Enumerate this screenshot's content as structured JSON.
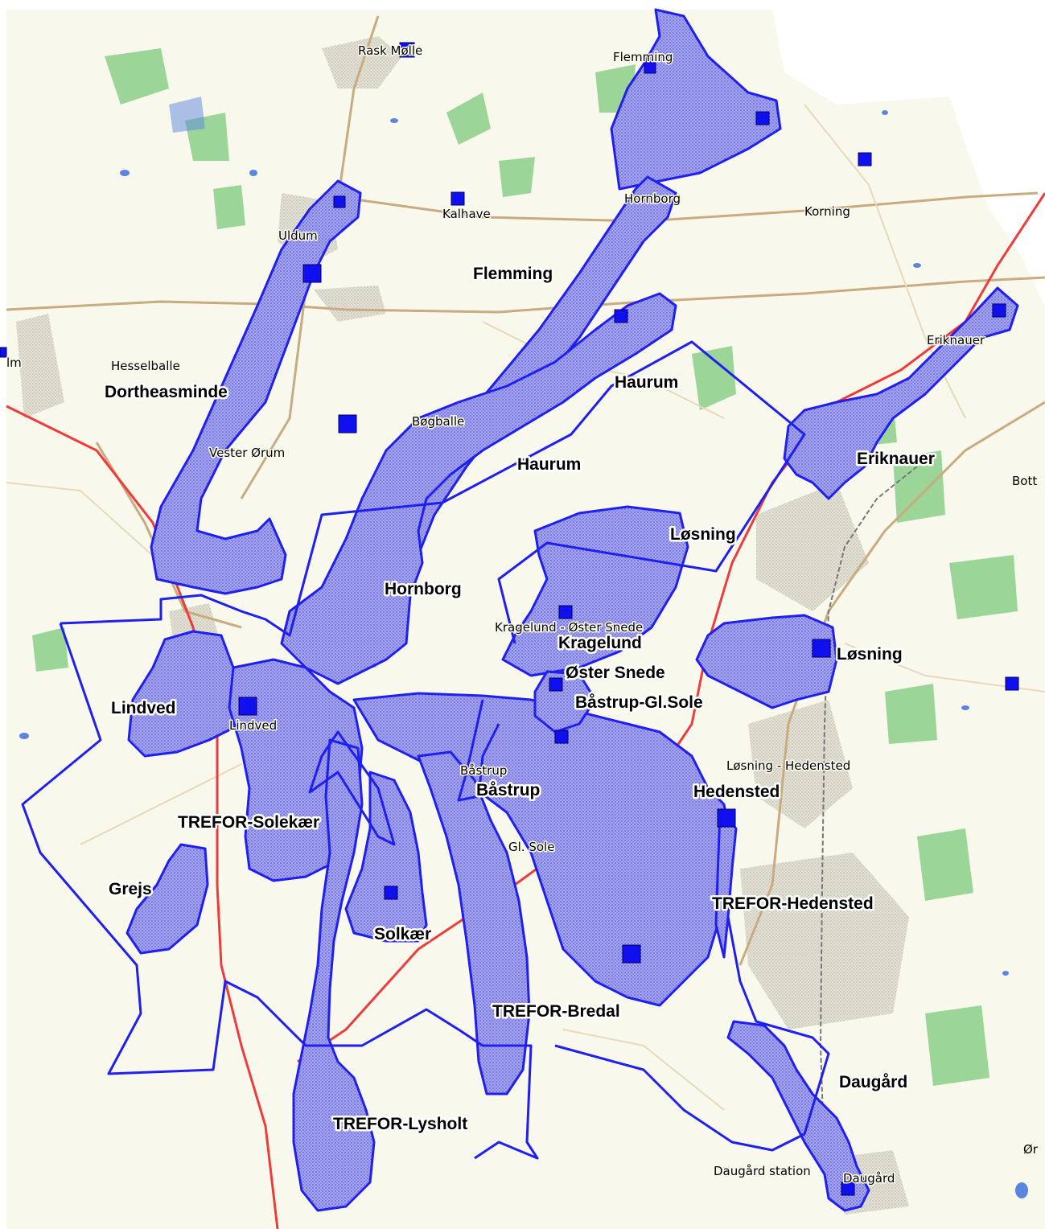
{
  "map": {
    "colors": {
      "land": "#f8f8ec",
      "zone_fill": "#8f8fe8",
      "zone_stroke": "#1f1ff0",
      "motorway": "#ee3b3b",
      "forest": "#8ccf8a",
      "water": "#5b86e0",
      "marker": "#1010ee"
    },
    "place_labels": [
      "Rask Mølle",
      "Flemming",
      "Hornborg",
      "Kalhave",
      "Korning",
      "Uldum",
      "Eriknauer",
      "Hesselballe",
      "Bøgballe",
      "Vester Ørum",
      "Kragelund - Øster Snede",
      "Båstrup",
      "Gl. Sole",
      "Løsning - Hedensted",
      "Lindved",
      "Daugård station",
      "Daugård",
      "lm",
      "Bott",
      "Ør"
    ],
    "zone_labels": [
      "Flemming",
      "Dortheasminde",
      "Haurum",
      "Haurum",
      "Eriknauer",
      "Løsning",
      "Hornborg",
      "Kragelund",
      "Løsning",
      "Øster Snede",
      "Båstrup-Gl.Sole",
      "Lindved",
      "Båstrup",
      "Hedensted",
      "TREFOR-Solekær",
      "Grejs",
      "TREFOR-Hedensted",
      "Solkær",
      "TREFOR-Bredal",
      "Daugård",
      "TREFOR-Lysholt"
    ],
    "icons": [
      "waterworks-marker-icon"
    ]
  }
}
